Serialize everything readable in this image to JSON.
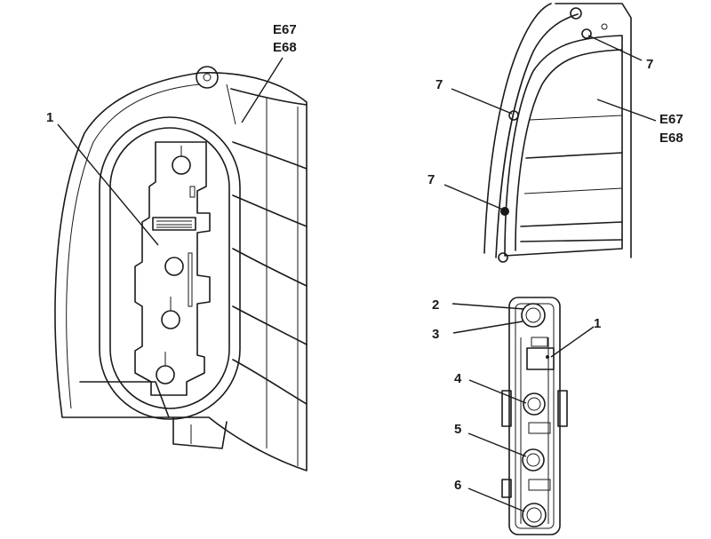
{
  "left_view": {
    "callout_lamp_holder": "1",
    "callout_light_unit_line1": "E67",
    "callout_light_unit_line2": "E68"
  },
  "top_right_view": {
    "callout_screw_upper": "7",
    "callout_screw_middle": "7",
    "callout_screw_lower": "7",
    "callout_light_unit_line1": "E67",
    "callout_light_unit_line2": "E68"
  },
  "bottom_right_view": {
    "callout_2": "2",
    "callout_3": "3",
    "callout_1": "1",
    "callout_4": "4",
    "callout_5": "5",
    "callout_6": "6"
  }
}
